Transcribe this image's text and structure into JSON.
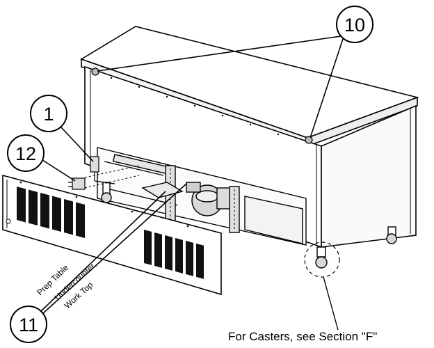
{
  "callouts": {
    "c10": "10",
    "c1": "1",
    "c12": "12",
    "c11": "11"
  },
  "labels": {
    "prep_table": "Prep Table",
    "undercounter_line1": "Undercounter,",
    "undercounter_line2": "Work Top"
  },
  "caption": "For Casters, see Section \"F\""
}
